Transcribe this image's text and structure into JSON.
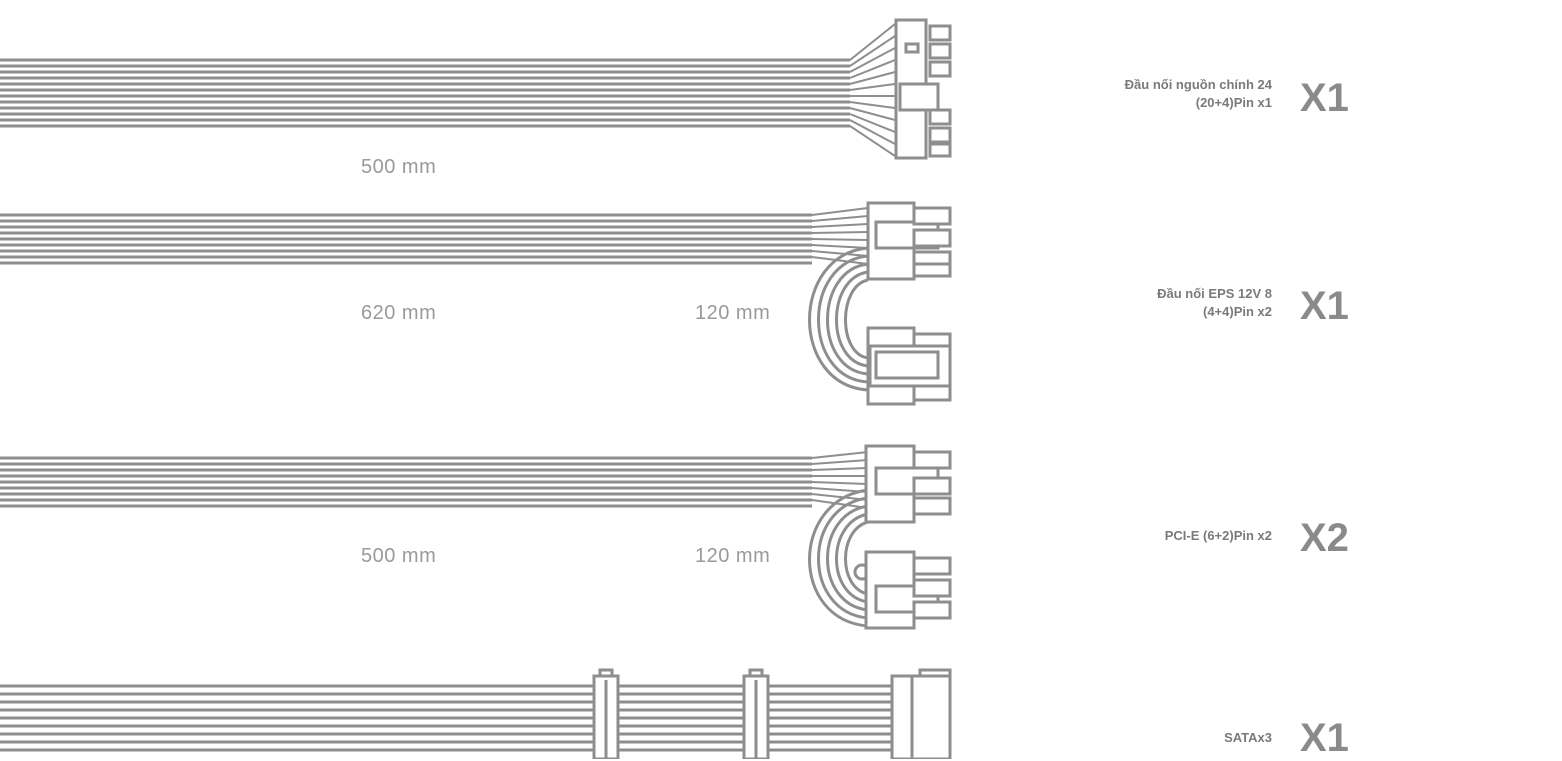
{
  "colors": {
    "cable": "#8e8e8e",
    "connector_fill": "#ffffff",
    "text": "#7a7a7a"
  },
  "cables": [
    {
      "name": "atx-24pin",
      "lengths": [
        "500 mm"
      ],
      "description": [
        "Đầu nối nguồn chính 24",
        "(20+4)Pin x1"
      ],
      "quantity": "X1"
    },
    {
      "name": "eps-12v",
      "lengths": [
        "620 mm",
        "120 mm"
      ],
      "description": [
        "Đầu nối EPS 12V 8",
        "(4+4)Pin x2"
      ],
      "quantity": "X1"
    },
    {
      "name": "pcie",
      "lengths": [
        "500 mm",
        "120 mm"
      ],
      "description": [
        "PCI-E (6+2)Pin x2"
      ],
      "quantity": "X2"
    },
    {
      "name": "sata",
      "lengths": [],
      "description": [
        "SATAx3"
      ],
      "quantity": "X1"
    }
  ]
}
